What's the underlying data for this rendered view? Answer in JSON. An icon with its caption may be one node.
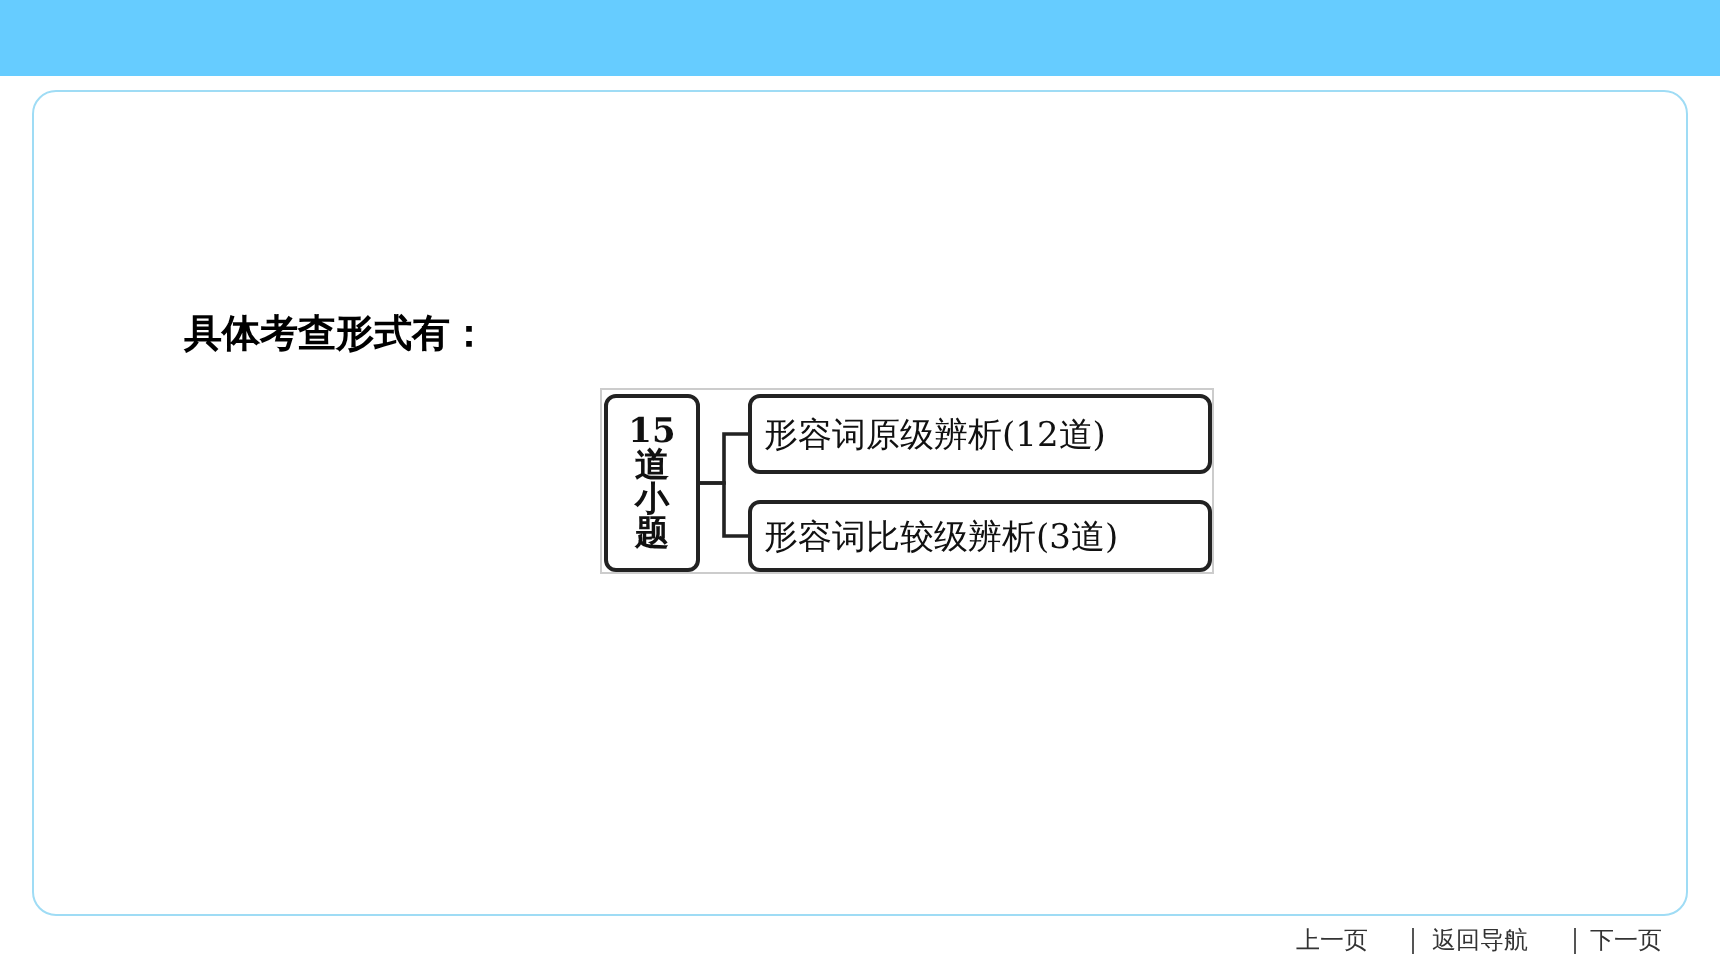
{
  "diagram": {
    "nodes": [
      {
        "text": [
          "15道小题"
        ]
      },
      {
        "text": [
          "形容词原级辨析(12道)"
        ]
      },
      {
        "text": [
          "形容词比较级辨析(3道)"
        ]
      }
    ],
    "edges": [
      {
        "from": 0,
        "to": 1,
        "arrow": "none"
      },
      {
        "from": 0,
        "to": 2,
        "arrow": "none"
      }
    ],
    "labels": [
      "具体考查形式有：",
      "上一页",
      "返回导航",
      "下一页"
    ]
  }
}
